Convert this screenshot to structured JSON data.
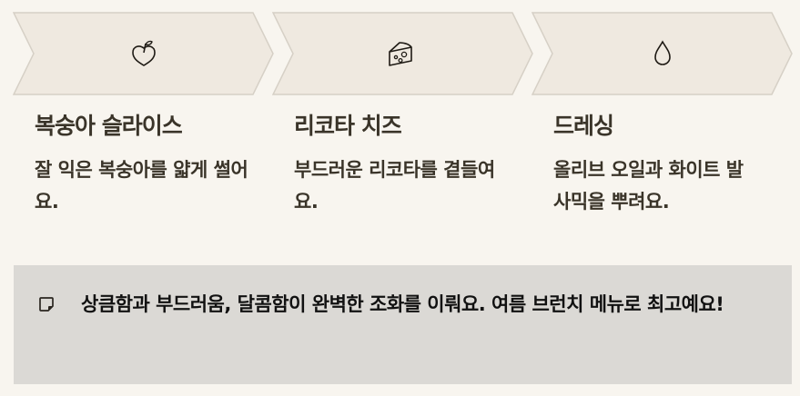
{
  "steps": [
    {
      "icon": "peach-icon",
      "title": "복숭아 슬라이스",
      "desc": "잘 익은 복숭아를 얇게 썰어요."
    },
    {
      "icon": "cheese-icon",
      "title": "리코타 치즈",
      "desc": "부드러운 리코타를 곁들여요."
    },
    {
      "icon": "droplet-icon",
      "title": "드레싱",
      "desc": "올리브 오일과 화이트 발사믹을 뿌려요."
    }
  ],
  "note": {
    "icon": "sticky-note-icon",
    "text": "상큼함과 부드러움, 달콤함이 완벽한 조화를 이뤄요. 여름 브런치 메뉴로 최고예요!"
  },
  "colors": {
    "background": "#f8f5ef",
    "chevron_fill": "#efe9e0",
    "chevron_stroke": "#d6d0c6",
    "note_bg": "#dbd9d5",
    "text": "#3a3429"
  }
}
